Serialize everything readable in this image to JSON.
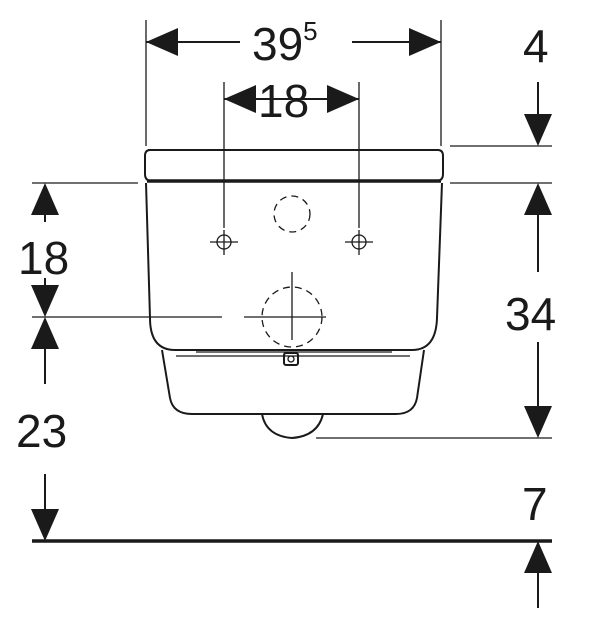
{
  "dimensions": {
    "width_main": "39",
    "width_main_sup": "5",
    "width_holes": "18",
    "top_gap": "4",
    "left_upper": "18",
    "left_lower": "23",
    "right_height": "34",
    "right_bottom": "7"
  },
  "colors": {
    "line": "#1a1a1a",
    "background": "#ffffff"
  }
}
